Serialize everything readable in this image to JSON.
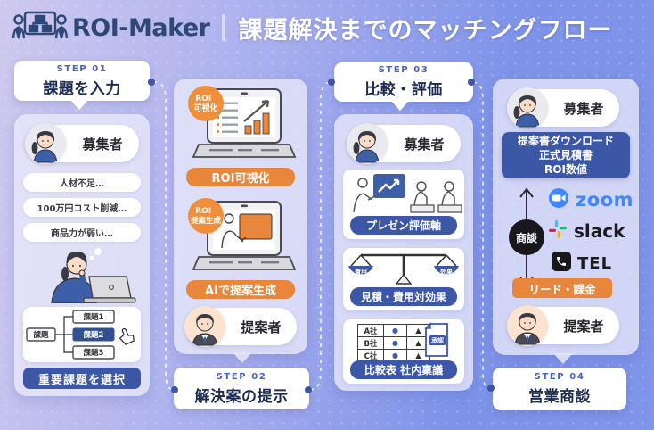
{
  "header": {
    "brand": "ROI-Maker",
    "title": "課題解決までのマッチングフロー"
  },
  "steps": {
    "step1": {
      "label": "STEP 01",
      "title": "課題を入力"
    },
    "step2": {
      "label": "STEP 02",
      "title": "解決案の提示"
    },
    "step3": {
      "label": "STEP 03",
      "title": "比較・評価"
    },
    "step4": {
      "label": "STEP 04",
      "title": "営業商談"
    }
  },
  "col1": {
    "role": "募集者",
    "issues": [
      "人材不足…",
      "100万円コスト削減…",
      "商品力が弱い…"
    ],
    "tree": {
      "root": "課題",
      "children": [
        "課題1",
        "課題2",
        "課題3"
      ],
      "selected": "課題2"
    },
    "select_button": "重要課題を選択"
  },
  "col2": {
    "badge1": {
      "line1": "ROI",
      "line2": "可視化"
    },
    "button1": "ROI可視化",
    "badge2": {
      "line1": "ROI",
      "line2": "提案生成"
    },
    "button2": "AIで提案生成",
    "role": "提案者"
  },
  "col3": {
    "role": "募集者",
    "button1": "プレゼン評価軸",
    "scale": {
      "left": "費用",
      "right": "効果"
    },
    "button2": "見積・費用対効果",
    "table": {
      "rows": [
        "A社",
        "B社",
        "C社"
      ],
      "dot": "●",
      "triangle": "▲"
    },
    "approval": "承認",
    "button3": "比較表 社内稟議"
  },
  "col4": {
    "role_top": "募集者",
    "deliverables": [
      "提案書ダウンロード",
      "正式見積書",
      "ROI数値"
    ],
    "negotiation": "商談",
    "tools": [
      {
        "name": "zoom"
      },
      {
        "name": "slack"
      },
      {
        "name": "TEL"
      }
    ],
    "lead_button": "リード・課金",
    "role_bottom": "提案者"
  },
  "colors": {
    "accent_orange": "#E8873B",
    "navy": "#3B57A5",
    "dark_text": "#1D2B4F",
    "step_label_blue": "#4A63B5",
    "brand_navy": "#2E4878",
    "zoom_blue": "#4087FC",
    "slack_blue": "#36C5F0",
    "slack_green": "#2EB67D",
    "slack_yellow": "#ECB22E",
    "slack_red": "#E01E5A",
    "tel_black": "#17171C",
    "bg_left": "#CFC9EE",
    "bg_right": "#7B92E8"
  }
}
